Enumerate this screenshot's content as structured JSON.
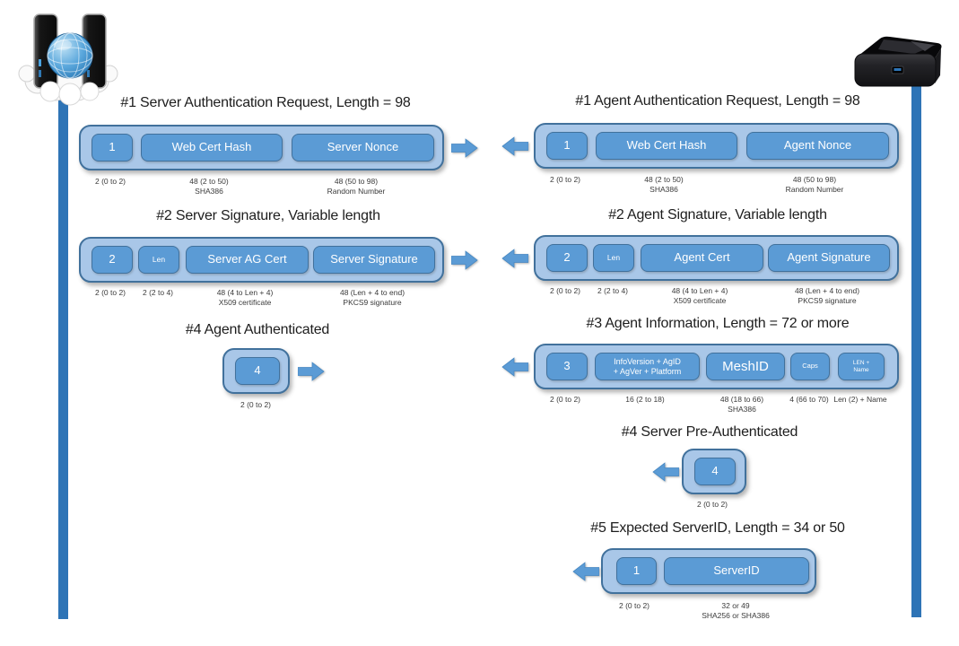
{
  "palette": {
    "lifeline_blue": "#2E74B6",
    "frame_fill": "#A9C7E8",
    "frame_border": "#41719C",
    "field_fill": "#5B9BD5",
    "field_text": "#FFFFFF",
    "arrow_fill": "#5B9BD5",
    "title_text": "#1D1D1D",
    "annotation_text": "#3A3A3A"
  },
  "actors": {
    "left_icon": "cloud-server-icon",
    "right_icon": "mini-pc-icon"
  },
  "messages": [
    {
      "id": "l1",
      "title": "#1 Server Authentication Request, Length = 98",
      "direction": "right",
      "fields": [
        {
          "lines": [
            "1"
          ]
        },
        {
          "lines": [
            "Web Cert Hash"
          ]
        },
        {
          "lines": [
            "Server Nonce"
          ]
        }
      ],
      "annotations": [
        {
          "lines": [
            "2 (0 to 2)"
          ]
        },
        {
          "lines": [
            "48 (2 to 50)",
            "SHA386"
          ]
        },
        {
          "lines": [
            "48 (50 to 98)",
            "Random Number"
          ]
        }
      ]
    },
    {
      "id": "l2",
      "title": "#2 Server Signature, Variable length",
      "direction": "right",
      "fields": [
        {
          "lines": [
            "2"
          ]
        },
        {
          "lines": [
            "Len"
          ]
        },
        {
          "lines": [
            "Server AG Cert"
          ]
        },
        {
          "lines": [
            "Server Signature"
          ]
        }
      ],
      "annotations": [
        {
          "lines": [
            "2 (0 to 2)"
          ]
        },
        {
          "lines": [
            "2 (2 to 4)"
          ]
        },
        {
          "lines": [
            "48 (4 to Len + 4)",
            "X509 certificate"
          ]
        },
        {
          "lines": [
            "48 (Len + 4 to end)",
            "PKCS9 signature"
          ]
        }
      ]
    },
    {
      "id": "l3",
      "title": "#4 Agent Authenticated",
      "direction": "right",
      "fields": [
        {
          "lines": [
            "4"
          ]
        }
      ],
      "annotations": [
        {
          "lines": [
            "2 (0 to 2)"
          ]
        }
      ]
    },
    {
      "id": "r1",
      "title": "#1 Agent Authentication Request, Length = 98",
      "direction": "left",
      "fields": [
        {
          "lines": [
            "1"
          ]
        },
        {
          "lines": [
            "Web Cert Hash"
          ]
        },
        {
          "lines": [
            "Agent Nonce"
          ]
        }
      ],
      "annotations": [
        {
          "lines": [
            "2 (0 to 2)"
          ]
        },
        {
          "lines": [
            "48 (2 to 50)",
            "SHA386"
          ]
        },
        {
          "lines": [
            "48 (50 to 98)",
            "Random Number"
          ]
        }
      ]
    },
    {
      "id": "r2",
      "title": "#2 Agent Signature, Variable length",
      "direction": "left",
      "fields": [
        {
          "lines": [
            "2"
          ]
        },
        {
          "lines": [
            "Len"
          ]
        },
        {
          "lines": [
            "Agent Cert"
          ]
        },
        {
          "lines": [
            "Agent Signature"
          ]
        }
      ],
      "annotations": [
        {
          "lines": [
            "2 (0 to 2)"
          ]
        },
        {
          "lines": [
            "2 (2 to 4)"
          ]
        },
        {
          "lines": [
            "48 (4 to Len + 4)",
            "X509 certificate"
          ]
        },
        {
          "lines": [
            "48 (Len + 4 to end)",
            "PKCS9 signature"
          ]
        }
      ]
    },
    {
      "id": "r3",
      "title": "#3 Agent Information, Length = 72 or more",
      "direction": "left",
      "fields": [
        {
          "lines": [
            "3"
          ]
        },
        {
          "lines": [
            "InfoVersion + AgID",
            "+ AgVer + Platform"
          ]
        },
        {
          "lines": [
            "MeshID"
          ]
        },
        {
          "lines": [
            "Caps"
          ]
        },
        {
          "lines": [
            "LEN +",
            "Name"
          ]
        }
      ],
      "annotations": [
        {
          "lines": [
            "2 (0 to 2)"
          ]
        },
        {
          "lines": [
            "16 (2 to 18)"
          ]
        },
        {
          "lines": [
            "48 (18 to 66)",
            "SHA386"
          ]
        },
        {
          "lines": [
            "4 (66 to 70)"
          ]
        },
        {
          "lines": [
            "Len (2) + Name"
          ]
        }
      ]
    },
    {
      "id": "r4",
      "title": "#4 Server Pre-Authenticated",
      "direction": "left",
      "fields": [
        {
          "lines": [
            "4"
          ]
        }
      ],
      "annotations": [
        {
          "lines": [
            "2 (0 to 2)"
          ]
        }
      ]
    },
    {
      "id": "r5",
      "title": "#5 Expected ServerID, Length = 34 or 50",
      "direction": "left",
      "fields": [
        {
          "lines": [
            "1"
          ]
        },
        {
          "lines": [
            "ServerID"
          ]
        }
      ],
      "annotations": [
        {
          "lines": [
            "2 (0 to 2)"
          ]
        },
        {
          "lines": [
            "32 or 49",
            "SHA256 or SHA386"
          ]
        }
      ]
    }
  ]
}
